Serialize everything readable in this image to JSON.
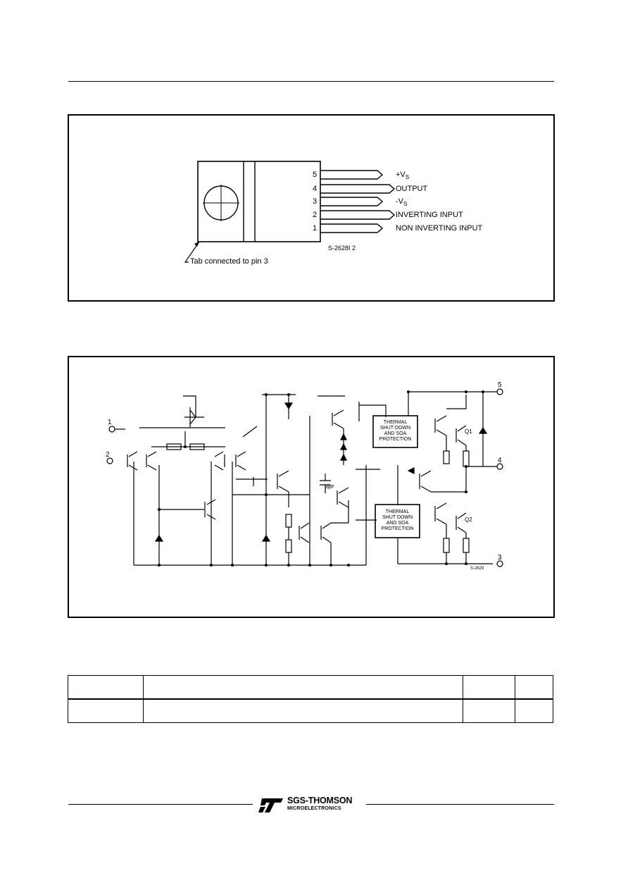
{
  "pinout": {
    "pins": [
      {
        "number": "5",
        "label": "+V",
        "sub": "S"
      },
      {
        "number": "4",
        "label": "OUTPUT",
        "sub": ""
      },
      {
        "number": "3",
        "label": "-V",
        "sub": "S"
      },
      {
        "number": "2",
        "label": "INVERTING INPUT",
        "sub": ""
      },
      {
        "number": "1",
        "label": "NON INVERTING INPUT",
        "sub": ""
      }
    ],
    "tab_note": "Tab connected to pin 3",
    "code": "S-2628I 2"
  },
  "schematic": {
    "terminals": [
      "1",
      "2",
      "5",
      "4",
      "3"
    ],
    "protection_block": [
      "THERMAL",
      "SHUT DOWN",
      "AND SOA",
      "PROTECTION"
    ],
    "transistor_q1": "Q1",
    "transistor_q2": "Q2",
    "cap_label": "8pF",
    "code": "S-2629"
  },
  "footer": {
    "brand": "SGS-THOMSON",
    "sub": "MICROELECTRONICS"
  }
}
